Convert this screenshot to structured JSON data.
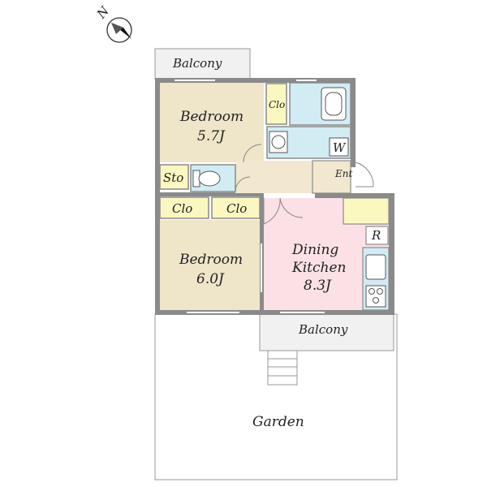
{
  "compass": {
    "label": "N"
  },
  "rooms": {
    "balcony_top": "Balcony",
    "bedroom1_name": "Bedroom",
    "bedroom1_size": "5.7J",
    "clo_top": "Clo",
    "wash_w": "W",
    "sto": "Sto",
    "ent": "Ent",
    "clo_left": "Clo",
    "clo_right": "Clo",
    "bedroom2_name": "Bedroom",
    "bedroom2_size": "6.0J",
    "dk_name1": "Dining",
    "dk_name2": "Kitchen",
    "dk_size": "8.3J",
    "fridge": "R",
    "balcony_bottom": "Balcony",
    "garden": "Garden"
  },
  "colors": {
    "bedroom": "#efe5c9",
    "closet": "#fbf7c0",
    "wet": "#d2ecf3",
    "hall": "#f1e8cf",
    "dining_kitchen": "#fbe0e5",
    "balcony": "#f1f1f1",
    "wall": "#8a8a8a"
  }
}
